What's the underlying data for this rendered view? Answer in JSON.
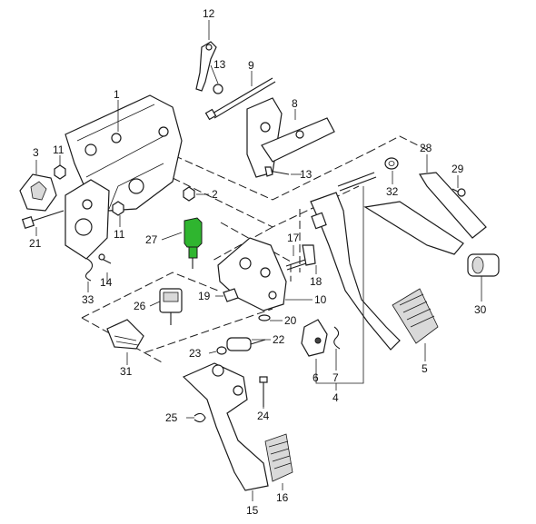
{
  "highlight_color": "#2fb52f",
  "callouts": {
    "c1": "1",
    "c2": "2",
    "c3": "3",
    "c4": "4",
    "c5": "5",
    "c6": "6",
    "c7": "7",
    "c8": "8",
    "c9": "9",
    "c10": "10",
    "c11a": "11",
    "c11b": "11",
    "c12": "12",
    "c13a": "13",
    "c13b": "13",
    "c14": "14",
    "c15": "15",
    "c16": "16",
    "c17": "17",
    "c18": "18",
    "c19": "19",
    "c20": "20",
    "c21": "21",
    "c22": "22",
    "c23": "23",
    "c24": "24",
    "c25": "25",
    "c26": "26",
    "c27": "27",
    "c28": "28",
    "c29": "29",
    "c30": "30",
    "c31": "31",
    "c32": "32",
    "c33": "33"
  }
}
